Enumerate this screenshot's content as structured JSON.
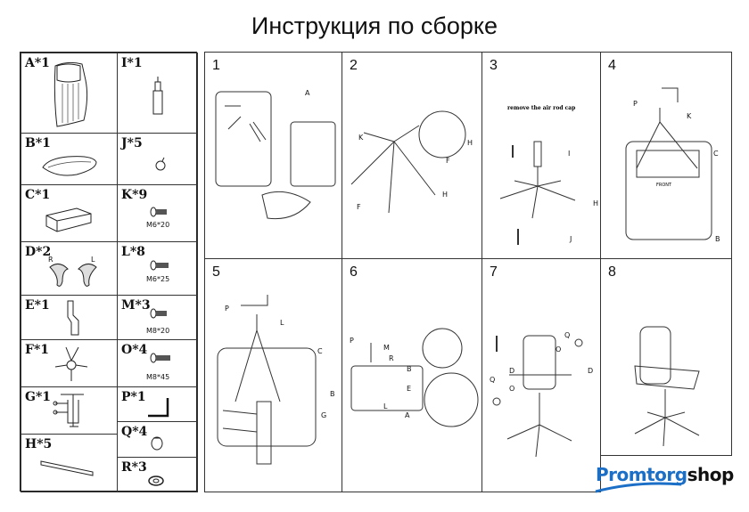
{
  "title": "Инструкция по сборке",
  "parts": {
    "A": {
      "label": "A*1"
    },
    "B": {
      "label": "B*1"
    },
    "C": {
      "label": "C*1"
    },
    "D": {
      "label": "D*2",
      "left": "R",
      "right": "L"
    },
    "E": {
      "label": "E*1"
    },
    "F": {
      "label": "F*1"
    },
    "G": {
      "label": "G*1"
    },
    "H": {
      "label": "H*5"
    },
    "I": {
      "label": "I*1"
    },
    "J": {
      "label": "J*5"
    },
    "K": {
      "label": "K*9",
      "spec": "M6*20"
    },
    "L": {
      "label": "L*8",
      "spec": "M6*25"
    },
    "M": {
      "label": "M*3",
      "spec": "M8*20"
    },
    "O": {
      "label": "O*4",
      "spec": "M8*45"
    },
    "P": {
      "label": "P*1"
    },
    "Q": {
      "label": "Q*4"
    },
    "R": {
      "label": "R*3"
    }
  },
  "steps": [
    {
      "num": "1",
      "labels": [
        "A"
      ]
    },
    {
      "num": "2",
      "labels": [
        "K",
        "H",
        "F",
        "H",
        "F"
      ]
    },
    {
      "num": "3",
      "note": "remove the air rod cap",
      "labels": [
        "I",
        "H",
        "J"
      ]
    },
    {
      "num": "4",
      "labels": [
        "P",
        "K",
        "C",
        "B"
      ],
      "tag": "FRONT"
    },
    {
      "num": "5",
      "labels": [
        "P",
        "L",
        "C",
        "B",
        "G"
      ]
    },
    {
      "num": "6",
      "labels": [
        "P",
        "M",
        "R",
        "B",
        "E",
        "L",
        "A"
      ]
    },
    {
      "num": "7",
      "labels": [
        "Q",
        "O",
        "D",
        "D",
        "Q",
        "O"
      ]
    },
    {
      "num": "8"
    }
  ],
  "brand": {
    "part1": "Promtorg",
    "part2": "shop",
    "color": "#1b6fc6"
  }
}
